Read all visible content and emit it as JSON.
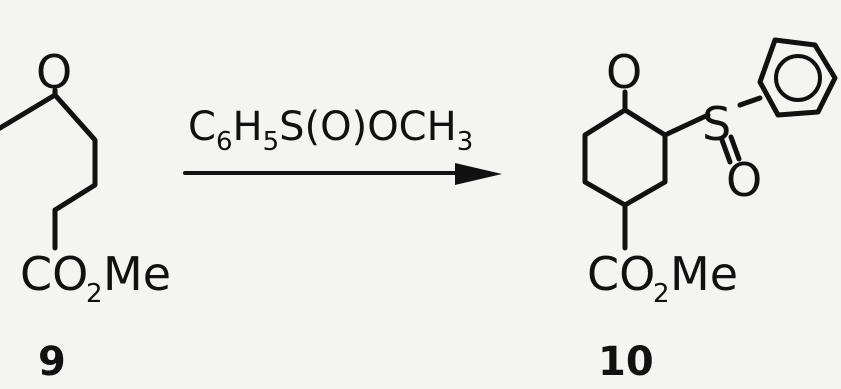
{
  "reaction": {
    "reagent": {
      "part1": "C",
      "sub1": "6",
      "part2": "H",
      "sub2": "5",
      "part3": "S(O)OCH",
      "sub3": "3"
    },
    "reactant": {
      "number": "9",
      "oxygen": "O",
      "ester_c": "CO",
      "ester_sub": "2",
      "ester_me": "Me"
    },
    "product": {
      "number": "10",
      "oxygen": "O",
      "sulfur": "S",
      "sulfinyl_oxygen": "O",
      "ester_c": "CO",
      "ester_sub": "2",
      "ester_me": "Me"
    }
  }
}
